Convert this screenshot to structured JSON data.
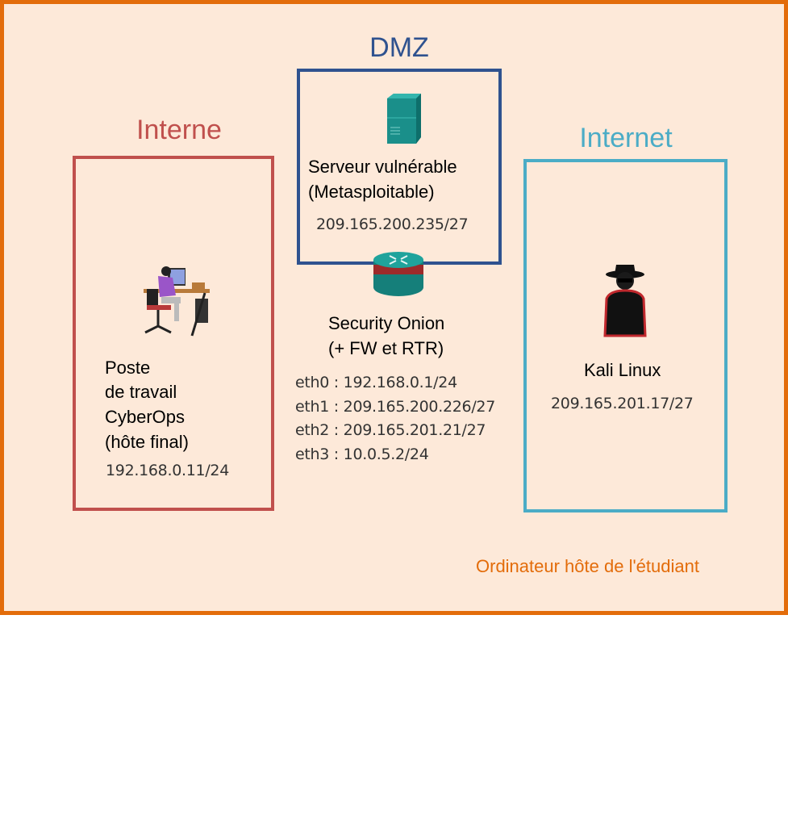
{
  "zones": {
    "internal": {
      "title": "Interne",
      "color": "#c0504d"
    },
    "dmz": {
      "title": "DMZ",
      "color": "#2f528f"
    },
    "internet": {
      "title": "Internet",
      "color": "#4bacc6"
    }
  },
  "workstation": {
    "lines": [
      "Poste",
      "de travail",
      "CyberOps",
      "(hôte final)"
    ],
    "ip": "192.168.0.11/24",
    "icon": "workstation-icon"
  },
  "server": {
    "lines": [
      "Serveur vulnérable",
      "(Metasploitable)"
    ],
    "ip": "209.165.200.235/27",
    "icon": "server-icon"
  },
  "router": {
    "lines": [
      "Security Onion",
      "(+ FW et RTR)"
    ],
    "interfaces": [
      "eth0 : 192.168.0.1/24",
      "eth1 : 209.165.200.226/27",
      "eth2 : 209.165.201.21/27",
      "eth3 : 10.0.5.2/24"
    ],
    "icon": "router-icon"
  },
  "attacker": {
    "label": "Kali Linux",
    "ip": "209.165.201.17/27",
    "icon": "hacker-icon"
  },
  "host_label": "Ordinateur hôte de l'étudiant",
  "colors": {
    "host_border": "#e36c0a",
    "host_bg": "#fde9d9"
  }
}
